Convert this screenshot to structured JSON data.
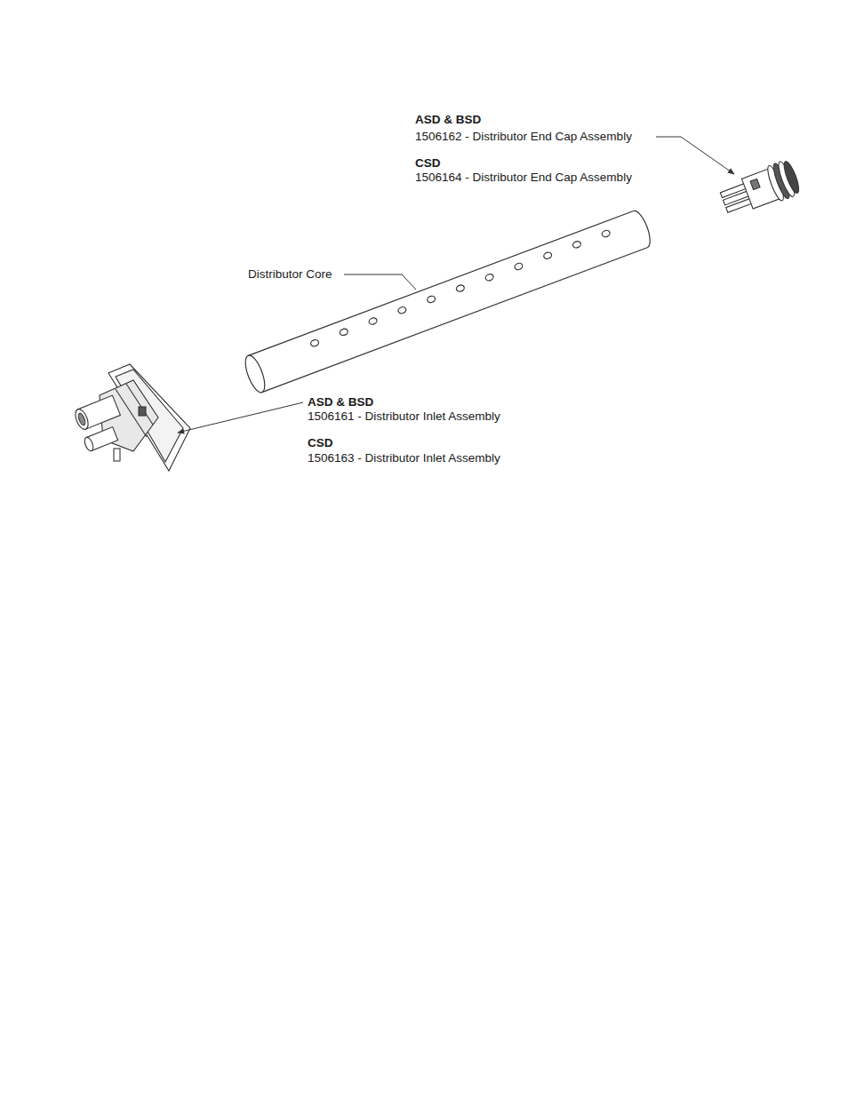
{
  "diagram": {
    "labels": [
      "ASD & BSD",
      "1506162 - Distributor End Cap Assembly",
      "CSD",
      "1506164 - Distributor End Cap Assembly",
      "Distributor Core",
      "ASD & BSD",
      "1506161 - Distributor Inlet Assembly",
      "CSD",
      "1506163 - Distributor Inlet Assembly"
    ]
  }
}
